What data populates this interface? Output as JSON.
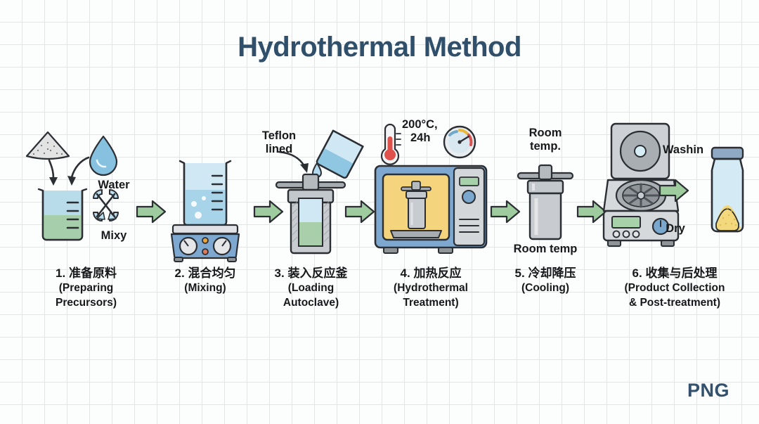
{
  "page": {
    "title": "Hydrothermal Method",
    "watermark": "PNG",
    "background_color": "#fcfdfd",
    "grid_color": "#dce7ec",
    "title_color": "#2f4f6b",
    "arrow_color": "#9fcc9f"
  },
  "steps": [
    {
      "id": "step-1",
      "number": "1.",
      "cn": "1. 准备原料",
      "en_line1": "(Preparing",
      "en_line2": "Precursors)",
      "annotations": [
        {
          "name": "water-label",
          "text": "Water"
        },
        {
          "name": "mixy-label",
          "text": "Mixy"
        }
      ],
      "icons": [
        "powder-pile-icon",
        "water-drop-icon",
        "beaker-icon",
        "mixer-icon"
      ]
    },
    {
      "id": "step-2",
      "number": "2.",
      "cn": "2. 混合均匀",
      "en_line1": "(Mixing)",
      "en_line2": "",
      "annotations": [],
      "icons": [
        "beaker-icon",
        "magnetic-stirrer-icon"
      ]
    },
    {
      "id": "step-3",
      "number": "3.",
      "cn": "3. 装入反应釜",
      "en_line1": "(Loading",
      "en_line2": "Autoclave)",
      "annotations": [
        {
          "name": "teflon-lined-label",
          "text_line1": "Teflon",
          "text_line2": "lined"
        }
      ],
      "icons": [
        "pouring-beaker-icon",
        "autoclave-icon",
        "curved-arrow-icon"
      ]
    },
    {
      "id": "step-4",
      "number": "4.",
      "cn": "4. 加热反应",
      "en_line1": "(Hydrothermal",
      "en_line2": "Treatment)",
      "annotations": [
        {
          "name": "temperature-time-label",
          "text_line1": "200°C,",
          "text_line2": "24h"
        }
      ],
      "icons": [
        "thermometer-icon",
        "pressure-gauge-icon",
        "oven-icon",
        "autoclave-icon"
      ]
    },
    {
      "id": "step-5",
      "number": "5.",
      "cn": "5. 冷却降压",
      "en_line1": "(Cooling)",
      "en_line2": "",
      "annotations": [
        {
          "name": "room-temp-top-label",
          "text_line1": "Room",
          "text_line2": "temp."
        },
        {
          "name": "room-temp-bottom-label",
          "text": "Room temp"
        }
      ],
      "icons": [
        "autoclave-icon"
      ]
    },
    {
      "id": "step-6",
      "number": "6.",
      "cn": "6. 收集与后处理",
      "en_line1": "(Product Collection",
      "en_line2": "& Post-treatment)",
      "annotations": [
        {
          "name": "washing-label",
          "text": "Washin"
        },
        {
          "name": "dry-label",
          "text": "Dry"
        }
      ],
      "icons": [
        "centrifuge-icon",
        "sample-jar-icon"
      ]
    }
  ],
  "flow_arrows": [
    {
      "name": "flow-arrow-1-2"
    },
    {
      "name": "flow-arrow-2-3"
    },
    {
      "name": "flow-arrow-3-4"
    },
    {
      "name": "flow-arrow-4-5"
    },
    {
      "name": "flow-arrow-5-6"
    },
    {
      "name": "flow-arrow-wash-dry"
    }
  ]
}
